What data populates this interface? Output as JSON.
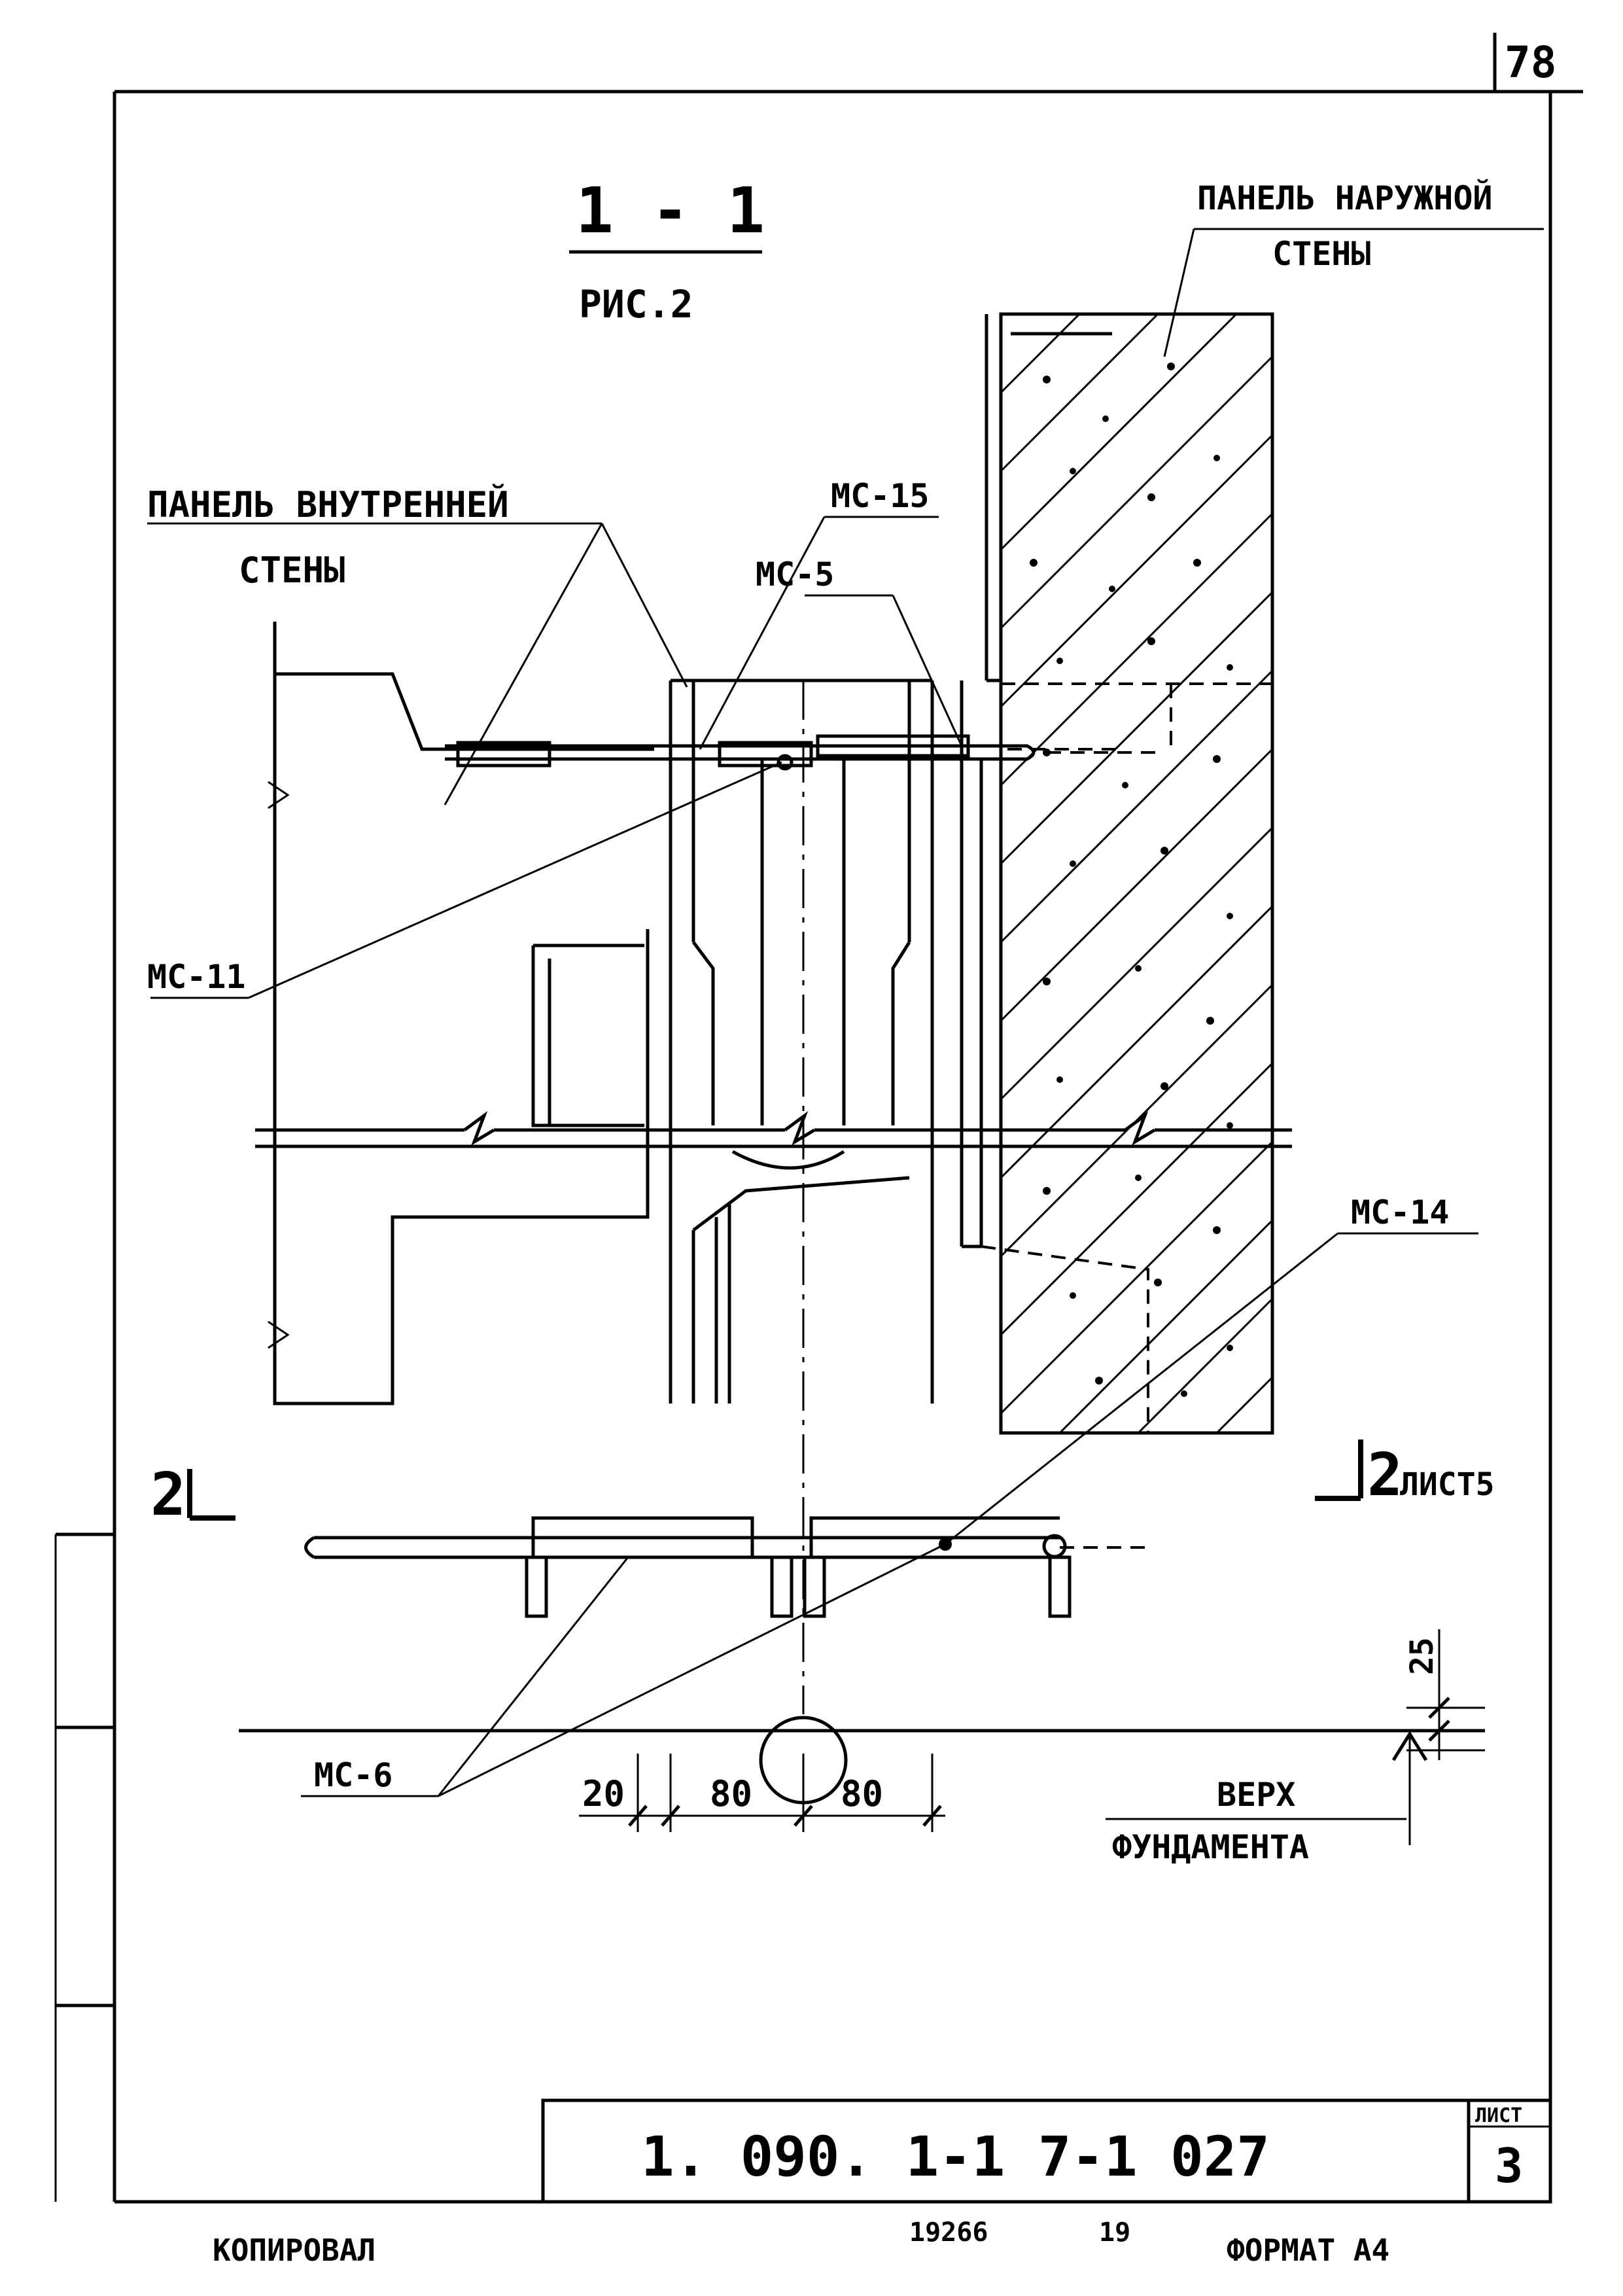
{
  "sheet": {
    "page_number": "78",
    "section_title": "1 - 1",
    "section_ref": "РИС.2",
    "designation": "1. 090. 1-1  7-1  027",
    "sheet_label": "ЛИСТ",
    "sheet_number": "3",
    "copied": "КОПИРОВАЛ",
    "format": "ФОРМАТ А4",
    "inv_number": "19266",
    "inv_sub": "19"
  },
  "labels": {
    "outer_panel_line1": "ПАНЕЛЬ НАРУЖНОЙ",
    "outer_panel_line2": "СТЕНЫ",
    "inner_panel_line1": "ПАНЕЛЬ ВНУТРЕННЕЙ",
    "inner_panel_line2": "СТЕНЫ",
    "mc15": "МС-15",
    "mc5": "МС-5",
    "mc11": "МС-11",
    "mc14": "МС-14",
    "mc6": "МС-6",
    "section_mark_left": "2",
    "section_mark_right": "2",
    "section_mark_right_sheet": "ЛИСТ5",
    "top_of_foundation_line1": "ВЕРХ",
    "top_of_foundation_line2": "ФУНДАМЕНТА"
  },
  "dimensions": {
    "d20": "20",
    "d80a": "80",
    "d80b": "80",
    "d25": "25"
  }
}
